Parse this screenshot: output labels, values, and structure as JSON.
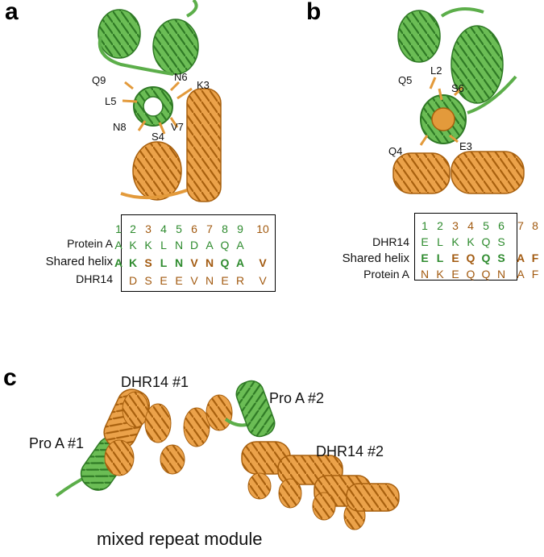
{
  "panels": {
    "a": {
      "letter": "a",
      "residue_labels": [
        "Q9",
        "N6",
        "K3",
        "L5",
        "N8",
        "S4",
        "V7"
      ],
      "alignment": {
        "positions": [
          "1",
          "2",
          "3",
          "4",
          "5",
          "6",
          "7",
          "8",
          "9",
          "10"
        ],
        "rows": [
          {
            "label": "Protein A",
            "seq": [
              "A",
              "K",
              "K",
              "L",
              "N",
              "D",
              "A",
              "Q",
              "A",
              ""
            ]
          },
          {
            "label": "Shared helix",
            "seq": [
              "A",
              "K",
              "S",
              "L",
              "N",
              "V",
              "N",
              "Q",
              "A",
              "V"
            ]
          },
          {
            "label": "DHR14",
            "seq": [
              "",
              "D",
              "S",
              "E",
              "E",
              "V",
              "N",
              "E",
              "R",
              "V"
            ]
          }
        ]
      }
    },
    "b": {
      "letter": "b",
      "residue_labels": [
        "L2",
        "Q5",
        "S6",
        "E3",
        "Q4"
      ],
      "alignment": {
        "positions": [
          "1",
          "2",
          "3",
          "4",
          "5",
          "6",
          "7",
          "8"
        ],
        "rows": [
          {
            "label": "DHR14",
            "seq": [
              "E",
              "L",
              "K",
              "K",
              "Q",
              "S",
              "",
              ""
            ]
          },
          {
            "label": "Shared helix",
            "seq": [
              "E",
              "L",
              "E",
              "Q",
              "Q",
              "S",
              "A",
              "F"
            ]
          },
          {
            "label": "Protein A",
            "seq": [
              "N",
              "K",
              "E",
              "Q",
              "Q",
              "N",
              "A",
              "F"
            ]
          }
        ]
      }
    },
    "c": {
      "letter": "c",
      "labels": [
        "DHR14 #1",
        "Pro A #2",
        "Pro A #1",
        "DHR14 #2"
      ],
      "caption": "mixed repeat module"
    }
  },
  "colors": {
    "green": "#2e8b2e",
    "orange": "#a25a10",
    "helix_green": "#5cae4a",
    "helix_orange": "#e39a3b"
  }
}
